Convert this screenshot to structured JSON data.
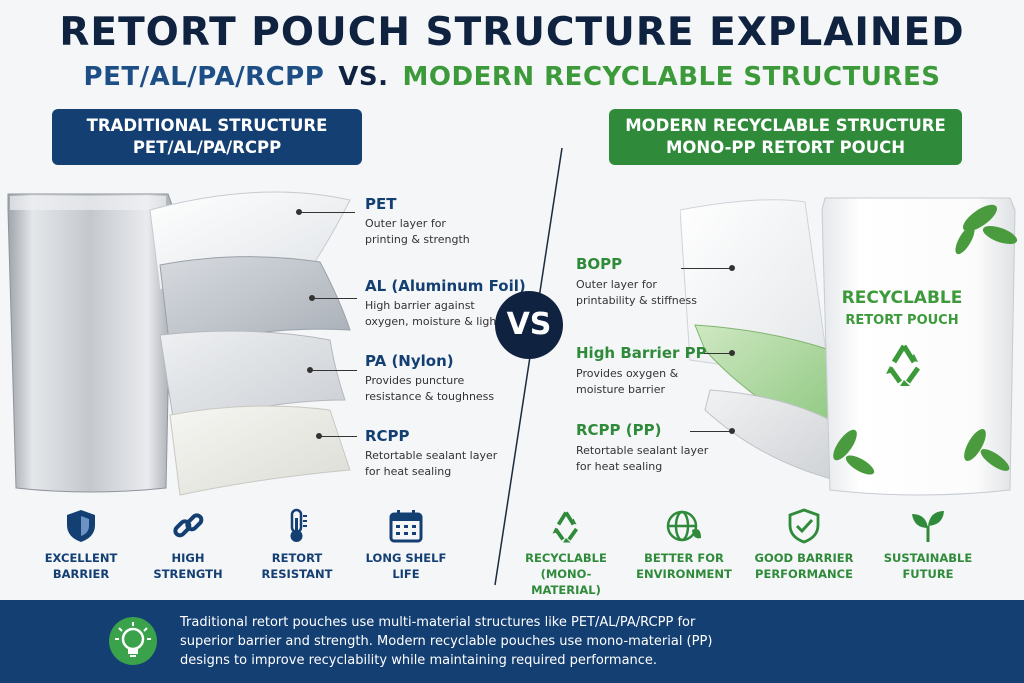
{
  "title": "RETORT POUCH STRUCTURE EXPLAINED",
  "subtitle": {
    "left": "PET/AL/PA/RCPP",
    "vs": "VS.",
    "right": "MODERN RECYCLABLE STRUCTURES"
  },
  "left_header": {
    "line1": "TRADITIONAL STRUCTURE",
    "line2": "PET/AL/PA/RCPP"
  },
  "right_header": {
    "line1": "MODERN RECYCLABLE STRUCTURE",
    "line2": "MONO-PP RETORT POUCH"
  },
  "vs_label": "VS",
  "left_layers": [
    {
      "name": "PET",
      "desc1": "Outer layer for",
      "desc2": "printing & strength"
    },
    {
      "name": "AL (Aluminum Foil)",
      "desc1": "High barrier against",
      "desc2": "oxygen, moisture & light"
    },
    {
      "name": "PA (Nylon)",
      "desc1": "Provides puncture",
      "desc2": "resistance & toughness"
    },
    {
      "name": "RCPP",
      "desc1": "Retortable sealant layer",
      "desc2": "for heat sealing"
    }
  ],
  "right_layers": [
    {
      "name": "BOPP",
      "desc1": "Outer layer for",
      "desc2": "printability & stiffness"
    },
    {
      "name": "High Barrier PP",
      "desc1": "Provides oxygen &",
      "desc2": "moisture barrier"
    },
    {
      "name": "RCPP (PP)",
      "desc1": "Retortable sealant layer",
      "desc2": "for heat sealing"
    }
  ],
  "pouch_label": {
    "line1": "RECYCLABLE",
    "line2": "RETORT POUCH"
  },
  "left_features": [
    {
      "line1": "EXCELLENT",
      "line2": "BARRIER",
      "icon": "shield-icon"
    },
    {
      "line1": "HIGH",
      "line2": "STRENGTH",
      "icon": "chain-link-icon"
    },
    {
      "line1": "RETORT",
      "line2": "RESISTANT",
      "icon": "thermometer-icon"
    },
    {
      "line1": "LONG SHELF",
      "line2": "LIFE",
      "icon": "calendar-icon"
    }
  ],
  "right_features": [
    {
      "line1": "RECYCLABLE",
      "line2": "(MONO-MATERIAL)",
      "icon": "recycle-icon"
    },
    {
      "line1": "BETTER FOR",
      "line2": "ENVIRONMENT",
      "icon": "globe-leaf-icon"
    },
    {
      "line1": "GOOD BARRIER",
      "line2": "PERFORMANCE",
      "icon": "shield-check-icon"
    },
    {
      "line1": "SUSTAINABLE",
      "line2": "FUTURE",
      "icon": "sprout-icon"
    }
  ],
  "footer": {
    "line1": "Traditional retort pouches use multi-material structures like PET/AL/PA/RCPP for",
    "line2": "superior barrier and strength. Modern recyclable pouches use mono-material (PP)",
    "line3": "designs to improve recyclability while maintaining required performance."
  },
  "colors": {
    "navy": "#143f73",
    "green": "#2f8a3a",
    "dark": "#0f2240"
  }
}
